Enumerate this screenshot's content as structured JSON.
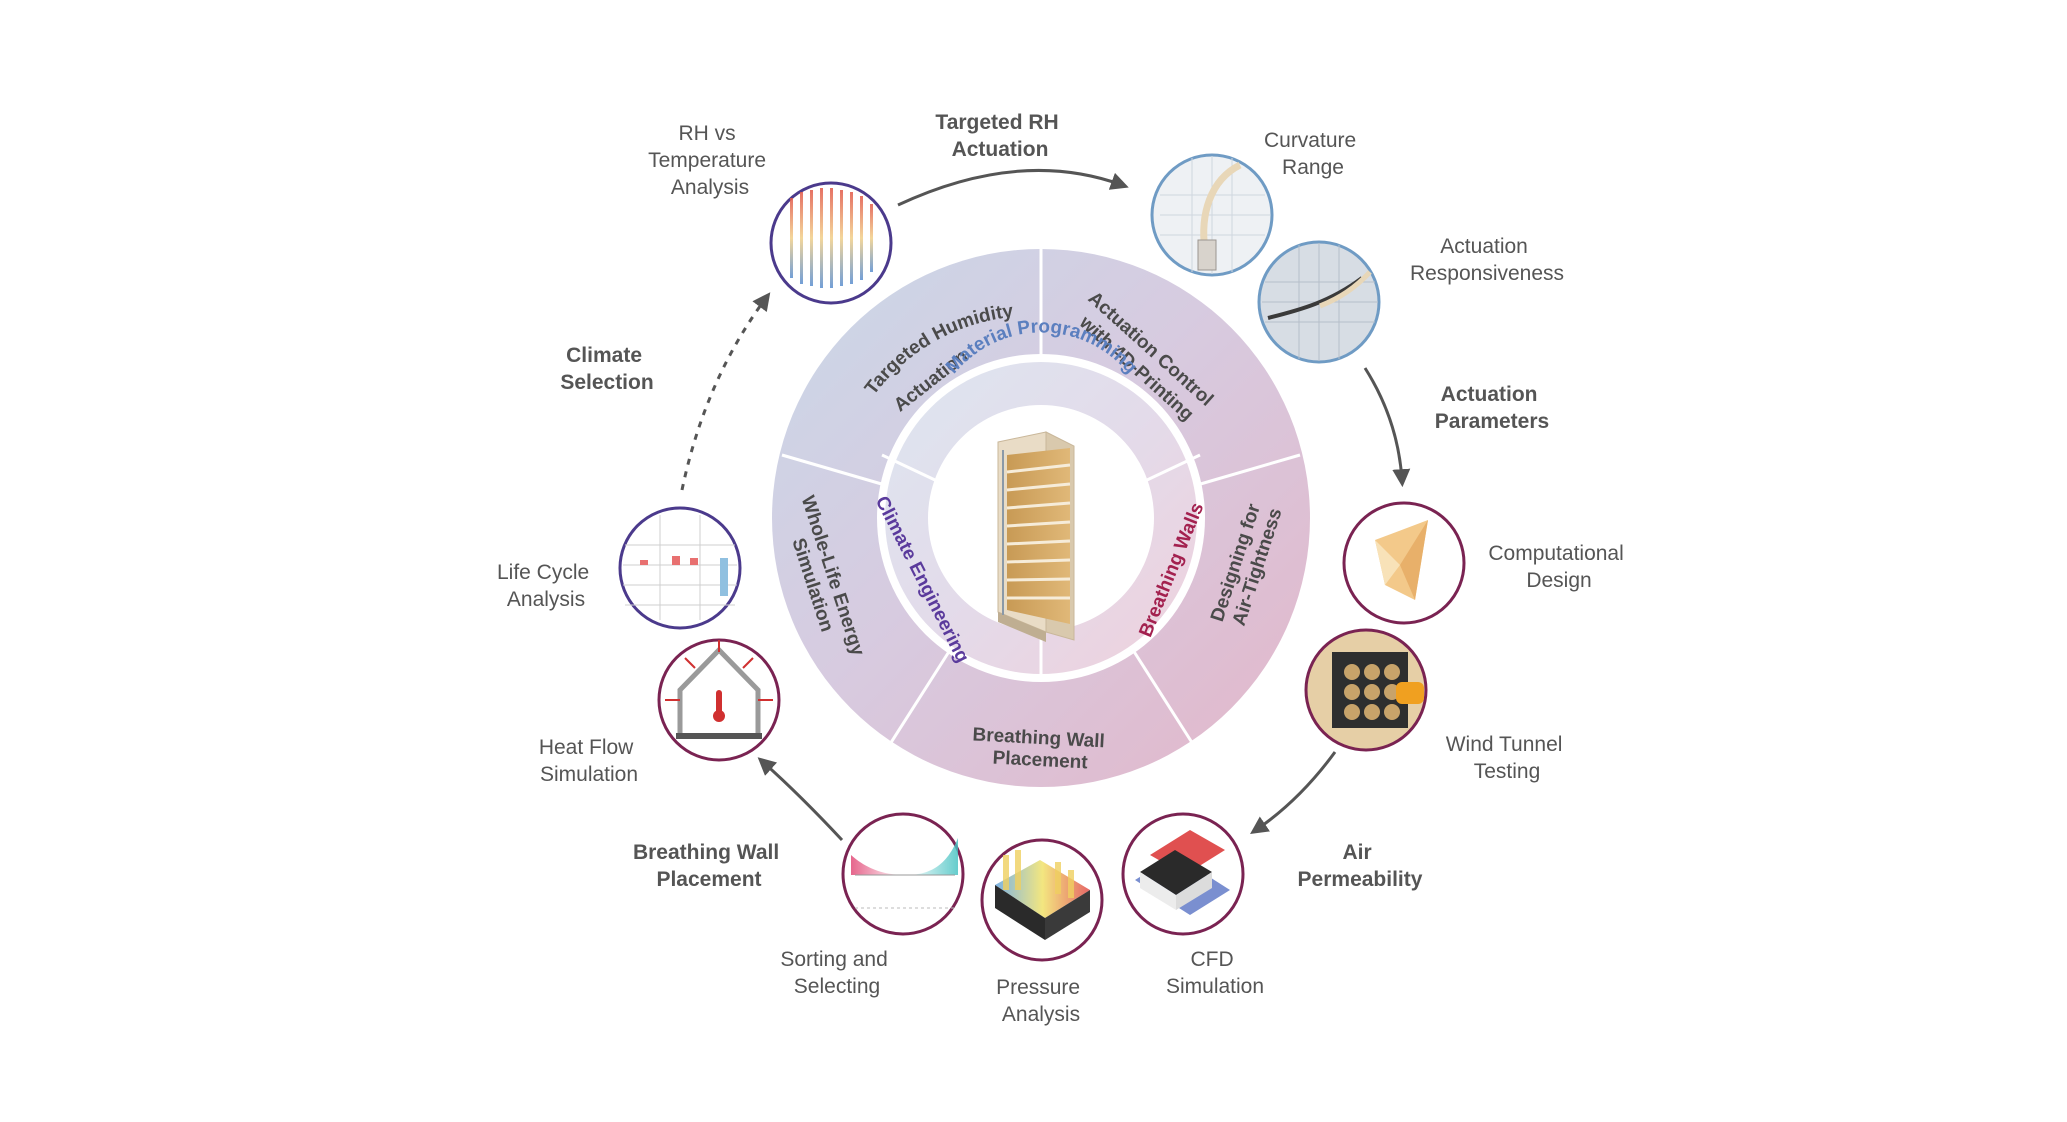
{
  "outer_ring": {
    "targeted_humidity": [
      "Targeted Humidity",
      "Actuation"
    ],
    "actuation_control": [
      "Actuation Control",
      "with 4D-Printing"
    ],
    "air_tightness": [
      "Designing for",
      "Air-Tightness"
    ],
    "wall_placement": [
      "Breathing Wall",
      "Placement"
    ],
    "whole_life": [
      "Whole-Life Energy",
      "Simulation"
    ]
  },
  "inner_ring": {
    "material_programming": "Material Programming",
    "breathing_walls": "Breathing Walls",
    "climate_engineering": "Climate Engineering"
  },
  "nodes": {
    "rh_temperature": [
      "RH vs",
      "Temperature",
      "Analysis"
    ],
    "curvature": [
      "Curvature",
      "Range"
    ],
    "responsiveness": [
      "Actuation",
      "Responsiveness"
    ],
    "computational": [
      "Computational",
      "Design"
    ],
    "wind_tunnel": [
      "Wind Tunnel",
      "Testing"
    ],
    "cfd": [
      "CFD",
      "Simulation"
    ],
    "pressure": [
      "Pressure",
      "Analysis"
    ],
    "sorting": [
      "Sorting and",
      "Selecting"
    ],
    "heat_flow": [
      "Heat Flow",
      "Simulation"
    ],
    "life_cycle": [
      "Life Cycle",
      "Analysis"
    ]
  },
  "arrows": {
    "targeted_rh": [
      "Targeted RH",
      "Actuation"
    ],
    "actuation_params": [
      "Actuation",
      "Parameters"
    ],
    "air_permeability": [
      "Air",
      "Permeability"
    ],
    "wall_placement": [
      "Breathing Wall",
      "Placement"
    ],
    "climate_selection": [
      "Climate",
      "Selection"
    ]
  },
  "colors": {
    "node_border": "#7a2352",
    "blue_border": "#6f9bc4",
    "purple_border": "#4b3a8c",
    "material_programming": "#5b7fbf",
    "breathing_walls": "#a3214f",
    "climate_engineering": "#5a3a9c",
    "arrow": "#555555"
  }
}
